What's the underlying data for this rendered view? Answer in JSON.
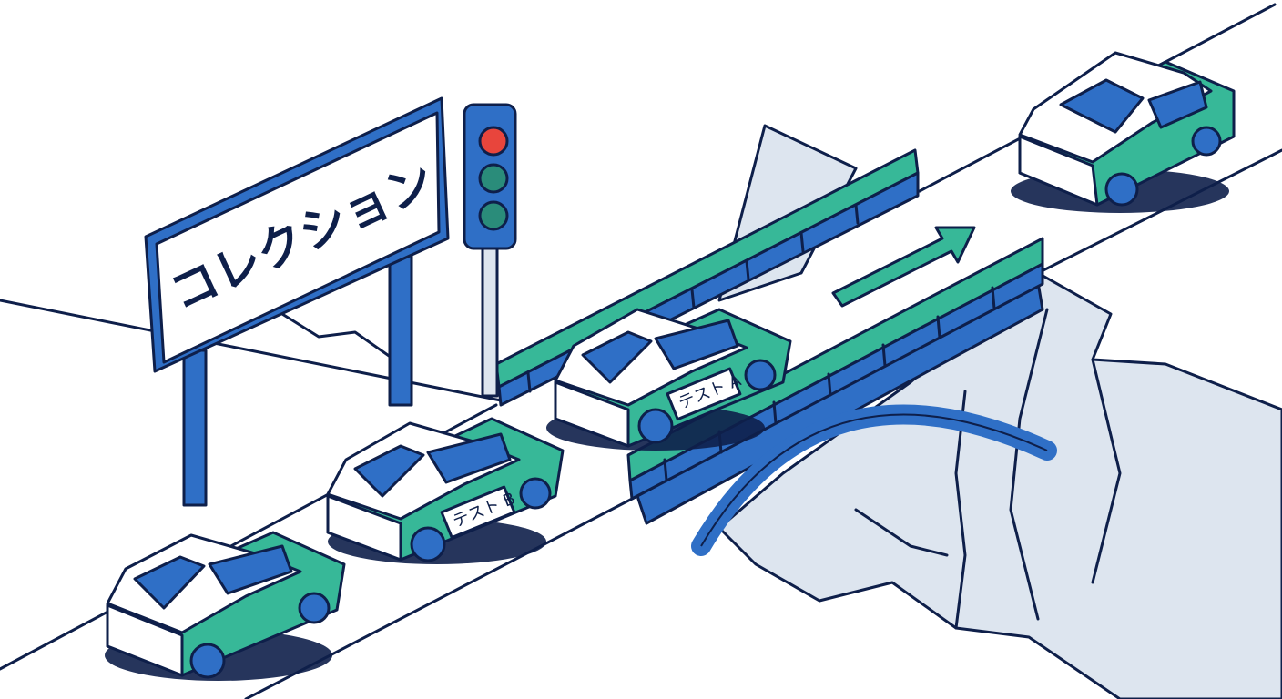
{
  "sign": {
    "text": "コレクション"
  },
  "cars": [
    {
      "plate": "テスト A"
    },
    {
      "plate": "テスト B"
    }
  ],
  "colors": {
    "navy": "#0e1f4a",
    "blue": "#2f6fc6",
    "teal": "#37b898",
    "cliff": "#dde5ef",
    "red": "#e8453c",
    "white": "#ffffff"
  }
}
